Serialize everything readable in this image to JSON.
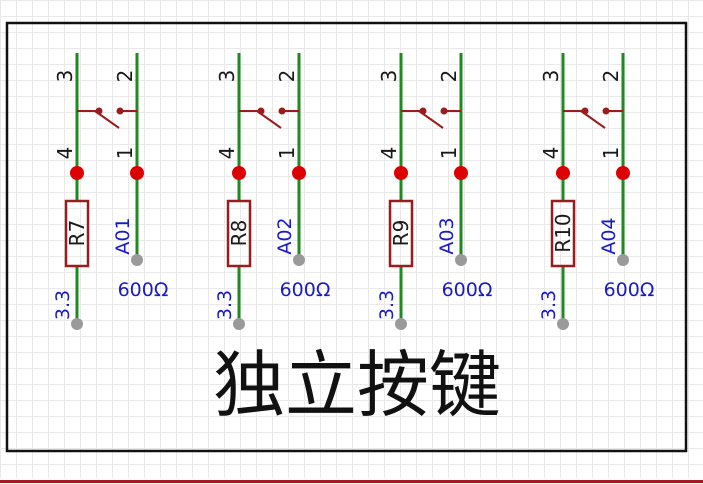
{
  "diagram_title": "独立按键",
  "colors": {
    "wire": "#1f8a1f",
    "component": "#9b1c1c",
    "junction": "#dd0000",
    "terminal": "#9a9a9a",
    "net_label": "#1a1ac8",
    "frame": "#111111"
  },
  "buttons": [
    {
      "pins": {
        "p1": "1",
        "p2": "2",
        "p3": "3",
        "p4": "4"
      },
      "resistor": "R7",
      "supply_label": "3.3",
      "output_net": "A01",
      "output_value": "600Ω"
    },
    {
      "pins": {
        "p1": "1",
        "p2": "2",
        "p3": "3",
        "p4": "4"
      },
      "resistor": "R8",
      "supply_label": "3.3",
      "output_net": "A02",
      "output_value": "600Ω"
    },
    {
      "pins": {
        "p1": "1",
        "p2": "2",
        "p3": "3",
        "p4": "4"
      },
      "resistor": "R9",
      "supply_label": "3.3",
      "output_net": "A03",
      "output_value": "600Ω"
    },
    {
      "pins": {
        "p1": "1",
        "p2": "2",
        "p3": "3",
        "p4": "4"
      },
      "resistor": "R10",
      "supply_label": "3.3",
      "output_net": "A04",
      "output_value": "600Ω"
    }
  ]
}
